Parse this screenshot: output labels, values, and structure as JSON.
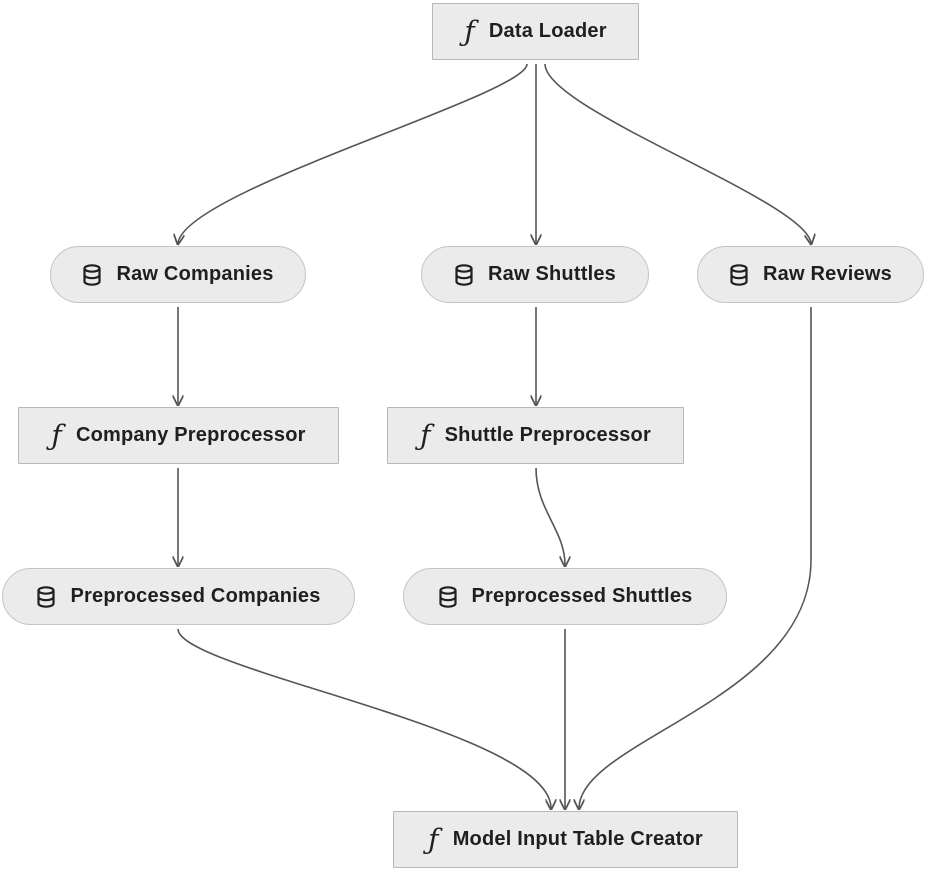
{
  "nodes": {
    "data_loader": {
      "label": "Data Loader",
      "kind": "function"
    },
    "raw_companies": {
      "label": "Raw Companies",
      "kind": "dataset"
    },
    "raw_shuttles": {
      "label": "Raw Shuttles",
      "kind": "dataset"
    },
    "raw_reviews": {
      "label": "Raw Reviews",
      "kind": "dataset"
    },
    "company_preprocessor": {
      "label": "Company Preprocessor",
      "kind": "function"
    },
    "shuttle_preprocessor": {
      "label": "Shuttle Preprocessor",
      "kind": "function"
    },
    "preprocessed_companies": {
      "label": "Preprocessed Companies",
      "kind": "dataset"
    },
    "preprocessed_shuttles": {
      "label": "Preprocessed Shuttles",
      "kind": "dataset"
    },
    "model_input_table_creator": {
      "label": "Model Input Table Creator",
      "kind": "function"
    }
  },
  "icons": {
    "function": "function-icon",
    "dataset": "database-icon",
    "function_glyph": "ƒ"
  },
  "colors": {
    "node_fill": "#ebebeb",
    "node_border": "#b8b8b8",
    "edge": "#555555",
    "text": "#1f1f1f"
  },
  "edges": [
    [
      "data_loader",
      "raw_companies"
    ],
    [
      "data_loader",
      "raw_shuttles"
    ],
    [
      "data_loader",
      "raw_reviews"
    ],
    [
      "raw_companies",
      "company_preprocessor"
    ],
    [
      "raw_shuttles",
      "shuttle_preprocessor"
    ],
    [
      "company_preprocessor",
      "preprocessed_companies"
    ],
    [
      "shuttle_preprocessor",
      "preprocessed_shuttles"
    ],
    [
      "preprocessed_companies",
      "model_input_table_creator"
    ],
    [
      "preprocessed_shuttles",
      "model_input_table_creator"
    ],
    [
      "raw_reviews",
      "model_input_table_creator"
    ]
  ]
}
